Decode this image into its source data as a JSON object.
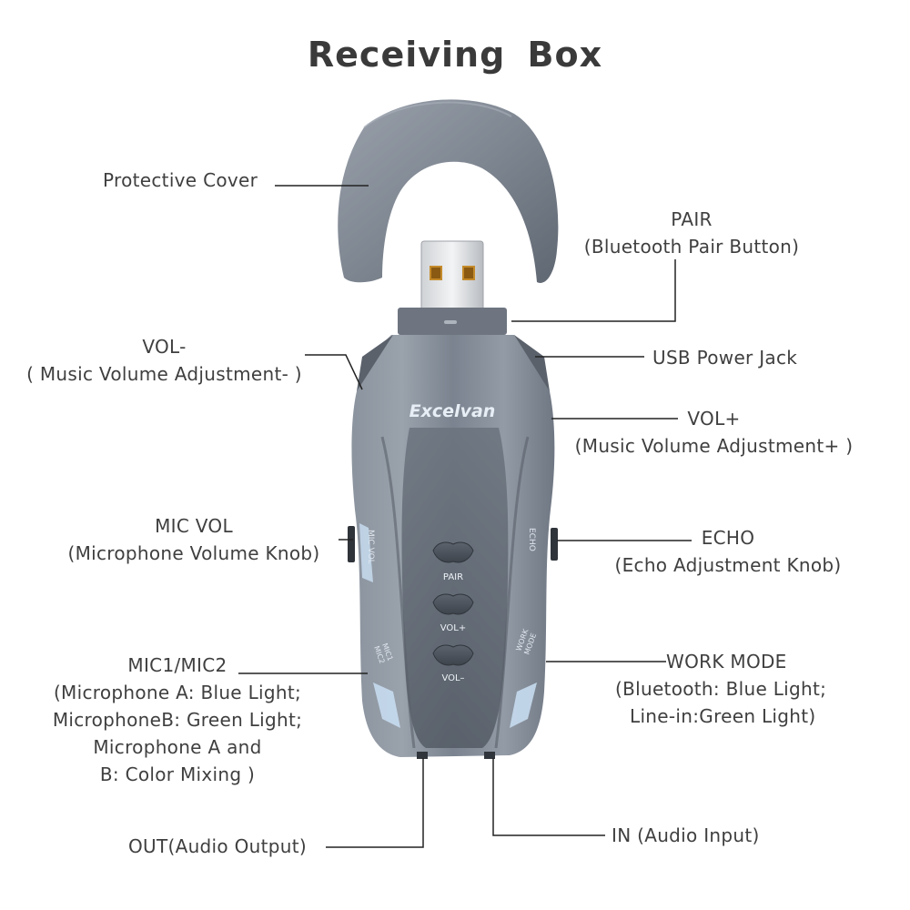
{
  "title": "Receiving  Box",
  "brand": "Excelvan",
  "labels": {
    "protective_cover": "Protective Cover",
    "pair": {
      "line1": "PAIR",
      "line2": "(Bluetooth Pair Button)"
    },
    "usb_power_jack": "USB Power Jack",
    "vol_minus": {
      "line1": "VOL-",
      "line2": "( Music Volume Adjustment- )"
    },
    "vol_plus": {
      "line1": "VOL+",
      "line2": "(Music Volume Adjustment+ )"
    },
    "mic_vol": {
      "line1": "MIC VOL",
      "line2": "(Microphone Volume Knob)"
    },
    "echo": {
      "line1": "ECHO",
      "line2": "(Echo Adjustment Knob)"
    },
    "mic1_mic2": {
      "line1": "MIC1/MIC2",
      "line2": "(Microphone A: Blue Light;",
      "line3": "MicrophoneB: Green Light;",
      "line4": "Microphone A and",
      "line5": "B: Color Mixing )"
    },
    "work_mode": {
      "line1": "WORK MODE",
      "line2": "(Bluetooth: Blue Light;",
      "line3": "Line-in:Green Light)"
    },
    "out": "OUT(Audio Output)",
    "in": "IN (Audio Input)"
  },
  "device": {
    "buttons": [
      {
        "label": "PAIR"
      },
      {
        "label": "VOL+"
      },
      {
        "label": "VOL–"
      }
    ],
    "side_left_top": "MIC VOL",
    "side_left_bottom_1": "MIC1",
    "side_left_bottom_2": "MIC2",
    "side_right_top": "ECHO",
    "side_right_bottom_1": "WORK",
    "side_right_bottom_2": "MODE"
  },
  "colors": {
    "body": "#7c8591",
    "body_dark": "#4d5560",
    "accent_light": "#c7dcf0",
    "line": "#222222",
    "text": "#3f3f3f"
  }
}
